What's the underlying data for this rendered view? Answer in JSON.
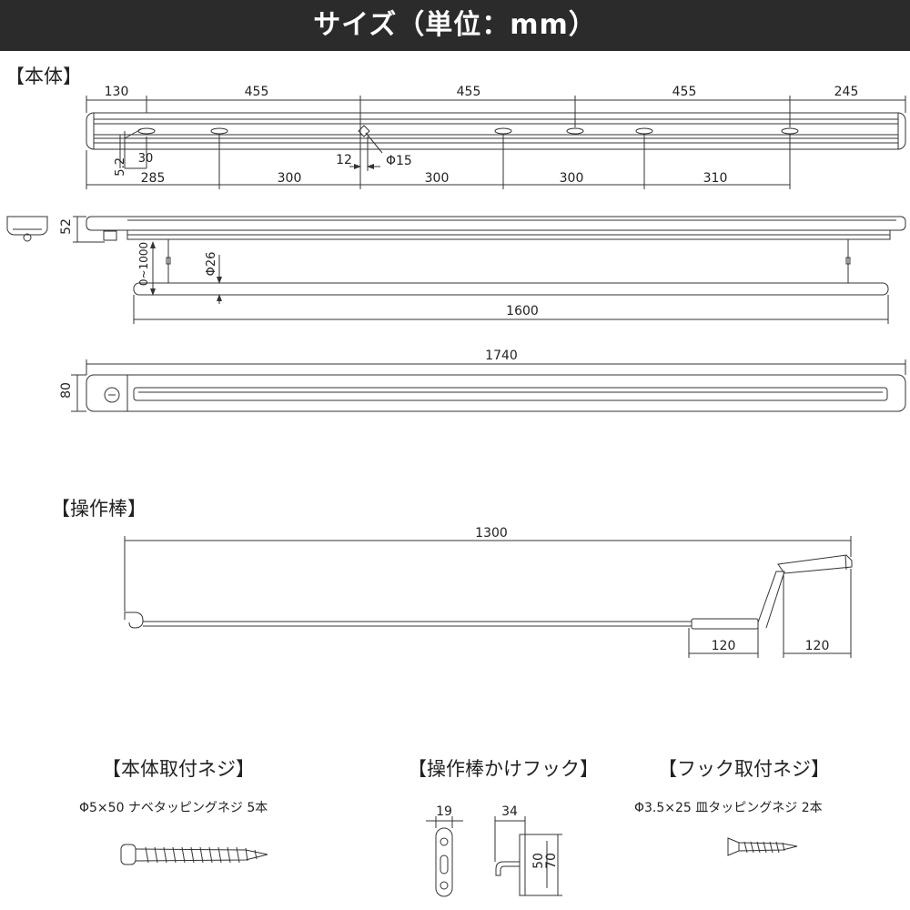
{
  "header": {
    "title": "サイズ（単位：mm）"
  },
  "sections": {
    "body": "【本体】",
    "rod": "【操作棒】",
    "screw_body": "【本体取付ネジ】",
    "hook": "【操作棒かけフック】",
    "screw_hook": "【フック取付ネジ】"
  },
  "captions": {
    "screw_body": "Φ5×50 ナベタッピングネジ 5本",
    "screw_hook": "Φ3.5×25 皿タッピングネジ 2本"
  },
  "dims": {
    "top_row": [
      "130",
      "455",
      "455",
      "455",
      "245"
    ],
    "hole_row": [
      "285",
      "300",
      "300",
      "300",
      "310"
    ],
    "d_5_2": "5.2",
    "d_30": "30",
    "d_12": "12",
    "d_phi15": "Φ15",
    "d_52": "52",
    "d_0_1000": "0~1000",
    "d_phi26": "Φ26",
    "d_1600": "1600",
    "d_1740": "1740",
    "d_80": "80",
    "d_1300": "1300",
    "d_120a": "120",
    "d_120b": "120",
    "d_19": "19",
    "d_34": "34",
    "d_50": "50",
    "d_70": "70"
  }
}
